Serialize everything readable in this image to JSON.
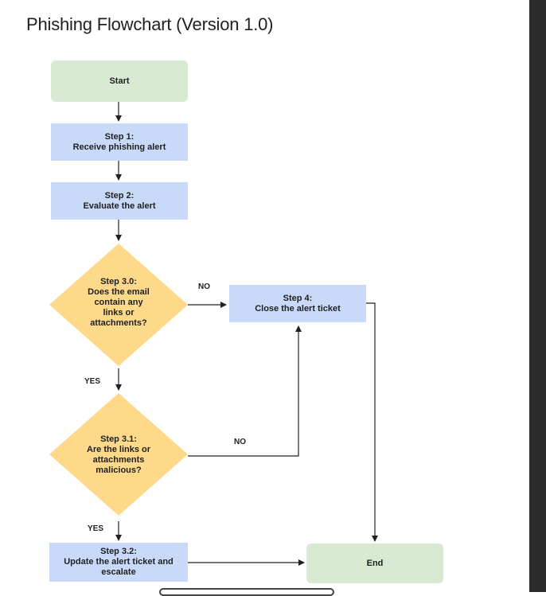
{
  "title": "Phishing Flowchart (Version 1.0)",
  "nodes": {
    "start": "Start",
    "step1": "Step 1:\nReceive phishing alert",
    "step2": "Step 2:\nEvaluate the alert",
    "step30": "Step 3.0:\nDoes the email\ncontain any\nlinks or\nattachments?",
    "step31": "Step 3.1:\nAre the links or\nattachments\nmalicious?",
    "step32": "Step 3.2:\nUpdate the alert ticket and\nescalate",
    "step4": "Step 4:\nClose the alert ticket",
    "end": "End"
  },
  "edges": {
    "step30_no": "NO",
    "step30_yes": "YES",
    "step31_no": "NO",
    "step31_yes": "YES"
  },
  "colors": {
    "terminal": "#d9ead3",
    "process": "#c9daf8",
    "decision": "#ffd98a",
    "line": "#202124"
  }
}
